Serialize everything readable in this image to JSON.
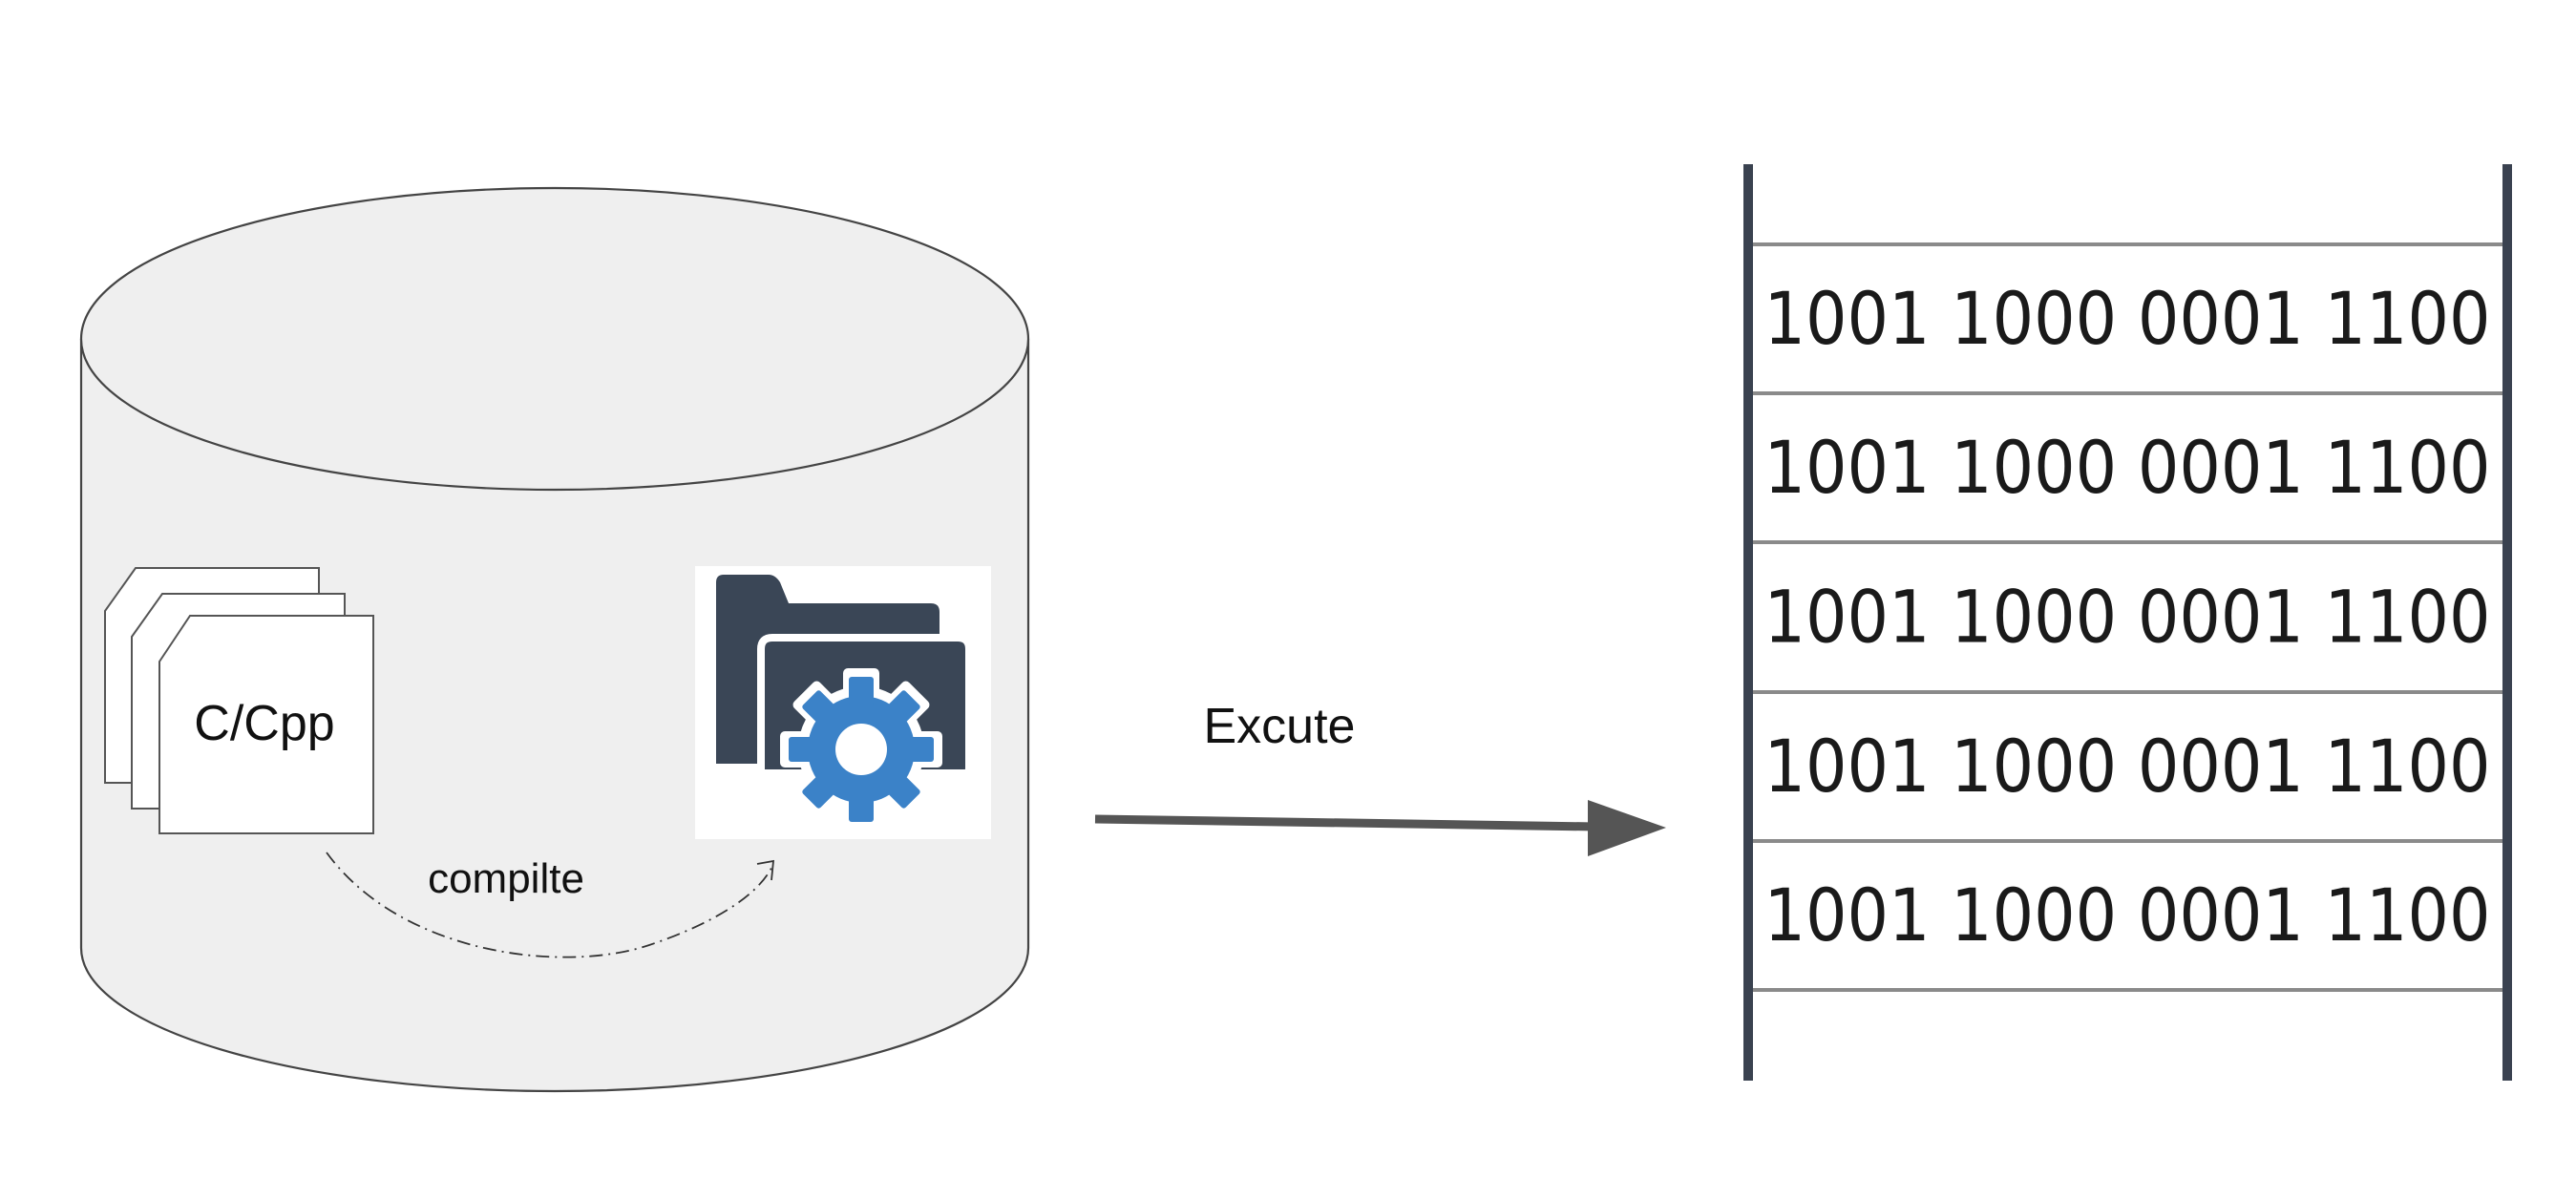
{
  "source_files": {
    "label": "C/Cpp"
  },
  "compile_step": {
    "label": "compilte"
  },
  "executable": {
    "icon": "folder-gear-icon",
    "colors": {
      "folder": "#3a4656",
      "gear": "#3b82c8"
    }
  },
  "execute_step": {
    "label": "Excute"
  },
  "memory": {
    "rows": [
      "",
      "1001 1000 0001 1100",
      "1001 1000 0001 1100",
      "1001 1000 0001 1100",
      "1001 1000 0001 1100",
      "1001 1000 0001 1100",
      ""
    ]
  },
  "colors": {
    "cylinder_fill": "#efefef",
    "cylinder_stroke": "#444444",
    "arrow": "#555555",
    "memory_rail": "#3a4250",
    "memory_divider": "#8a8a8a"
  }
}
